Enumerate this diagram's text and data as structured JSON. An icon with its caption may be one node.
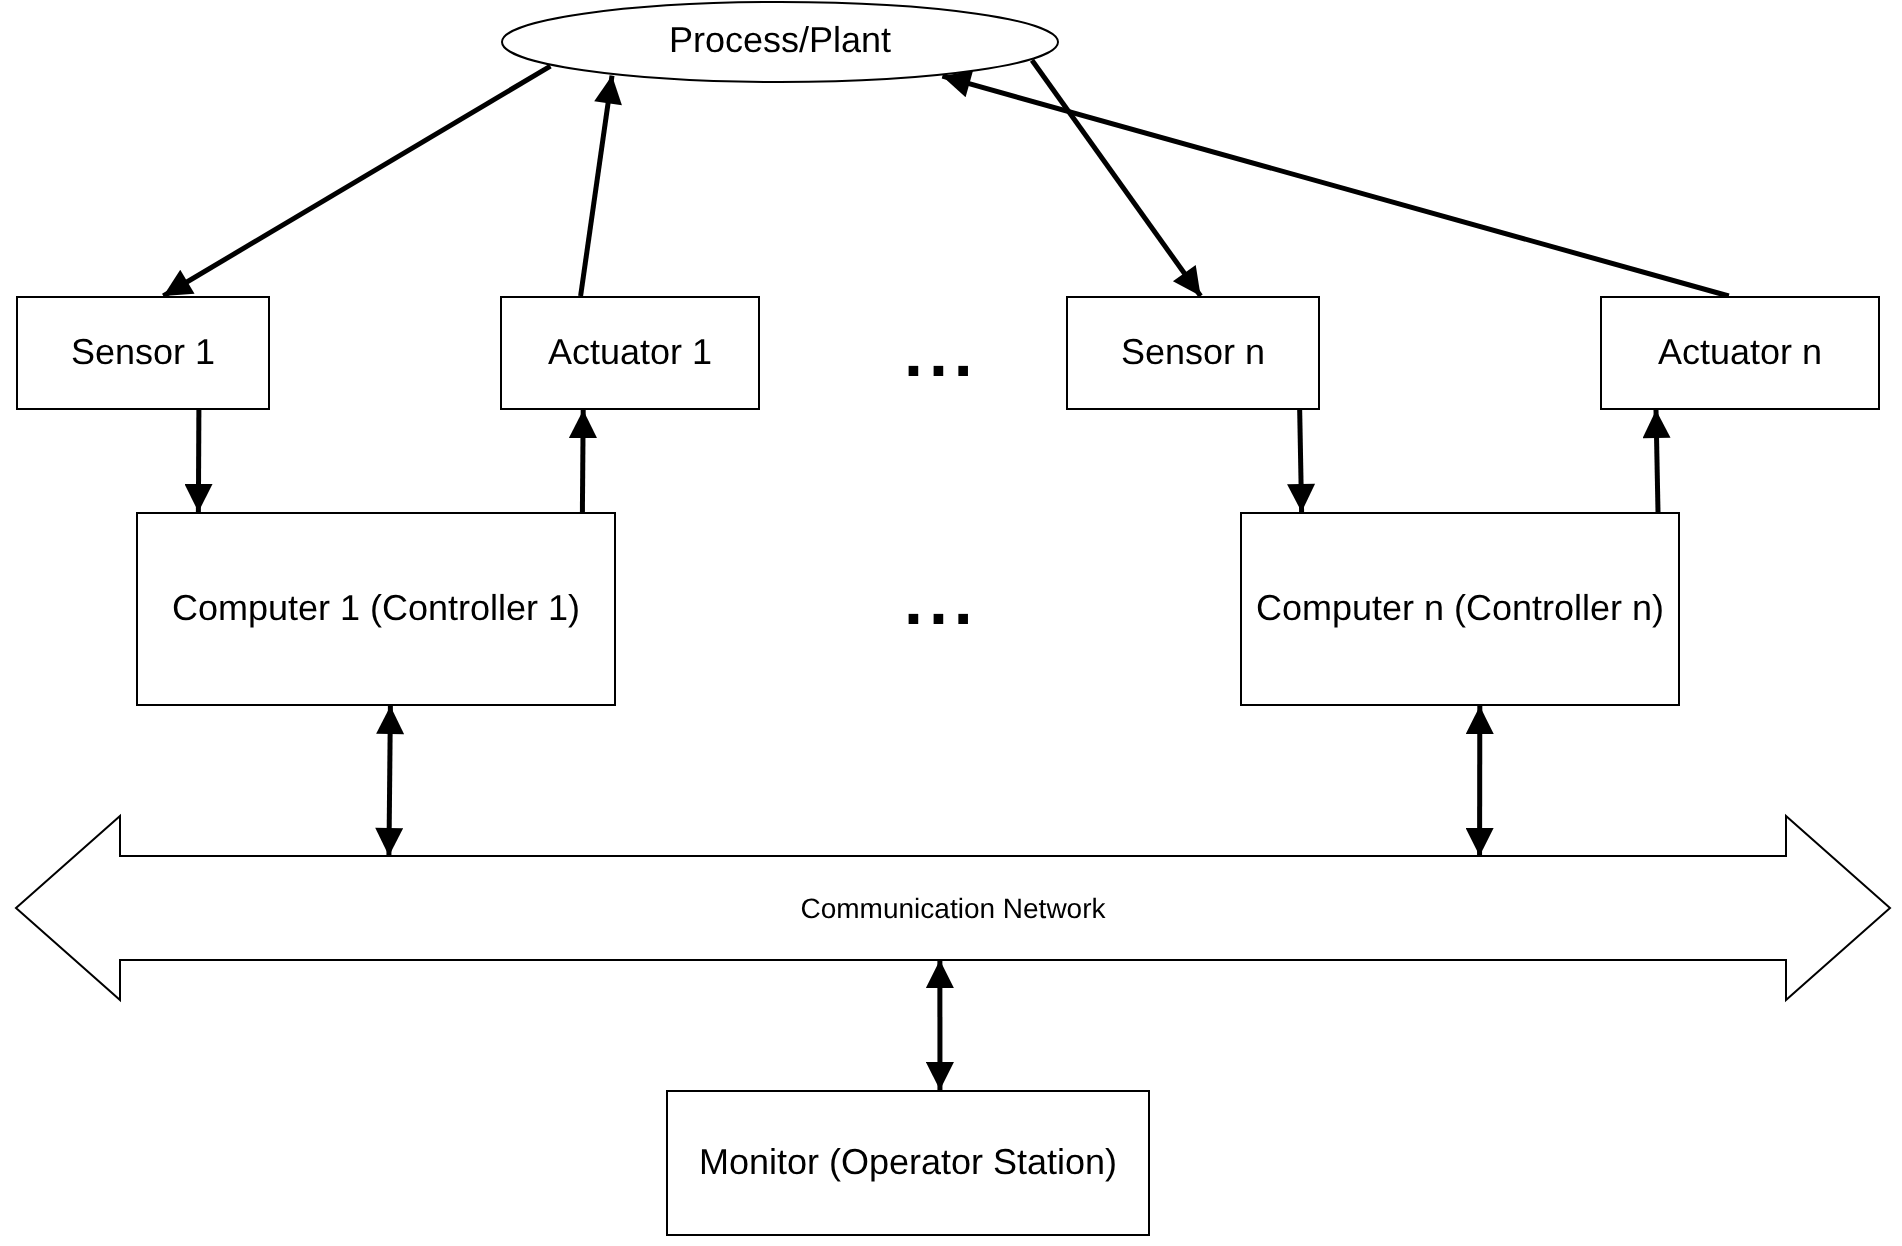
{
  "diagram": {
    "nodes": [
      {
        "text": [
          "Process/Plant"
        ]
      },
      {
        "text": [
          "Sensor 1"
        ]
      },
      {
        "text": [
          "Actuator 1"
        ]
      },
      {
        "text": [
          "Sensor n"
        ]
      },
      {
        "text": [
          "Actuator n"
        ]
      },
      {
        "text": [
          "Computer 1 (Controller 1)"
        ]
      },
      {
        "text": [
          "Computer n (Controller n)"
        ]
      },
      {
        "text": [
          "Communication Network"
        ]
      },
      {
        "text": [
          "Monitor (Operator Station)"
        ]
      }
    ],
    "edges": [
      {
        "from": 0,
        "to": 1,
        "arrow": "to"
      },
      {
        "from": 2,
        "to": 0,
        "arrow": "to"
      },
      {
        "from": 0,
        "to": 3,
        "arrow": "to"
      },
      {
        "from": 4,
        "to": 0,
        "arrow": "to"
      },
      {
        "from": 1,
        "to": 5,
        "arrow": "to"
      },
      {
        "from": 5,
        "to": 2,
        "arrow": "to"
      },
      {
        "from": 3,
        "to": 6,
        "arrow": "to"
      },
      {
        "from": 6,
        "to": 4,
        "arrow": "to"
      },
      {
        "from": 5,
        "to": 7,
        "arrow": "both"
      },
      {
        "from": 6,
        "to": 7,
        "arrow": "both"
      },
      {
        "from": 7,
        "to": 8,
        "arrow": "both"
      }
    ],
    "labels": [
      "...",
      "..."
    ]
  }
}
